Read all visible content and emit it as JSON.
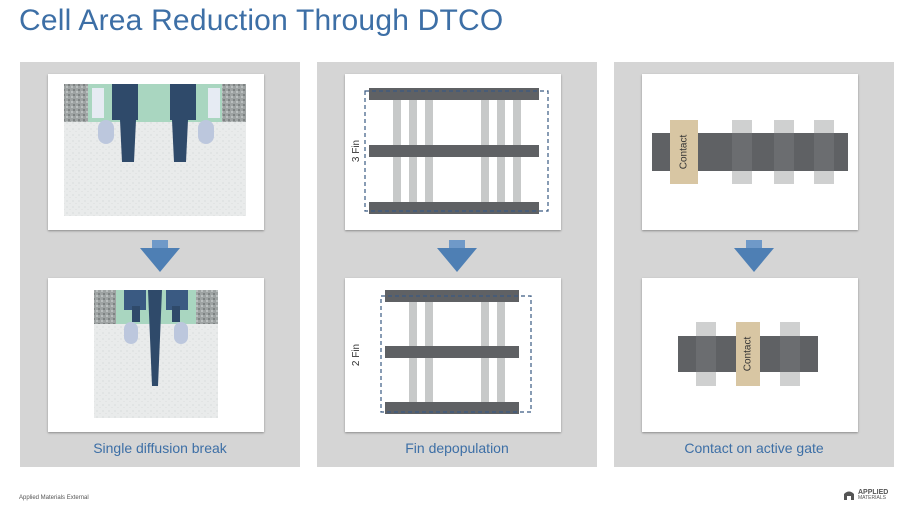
{
  "title": "Cell Area Reduction Through DTCO",
  "panels": [
    {
      "caption": "Single diffusion break"
    },
    {
      "caption": "Fin depopulation",
      "top_label": "3 Fin",
      "bottom_label": "2 Fin"
    },
    {
      "caption": "Contact on active gate",
      "top_label": "Contact",
      "bottom_label": "Contact"
    }
  ],
  "footer": {
    "text": "Applied Materials External",
    "logo_line1": "APPLIED",
    "logo_line2": "MATERIALS"
  },
  "colors": {
    "title": "#3d6fa6",
    "panel_bg": "#d5d5d5",
    "arrow": "#4e7fb4",
    "contact": "#d8c6a3",
    "gate": "#5f6164"
  }
}
